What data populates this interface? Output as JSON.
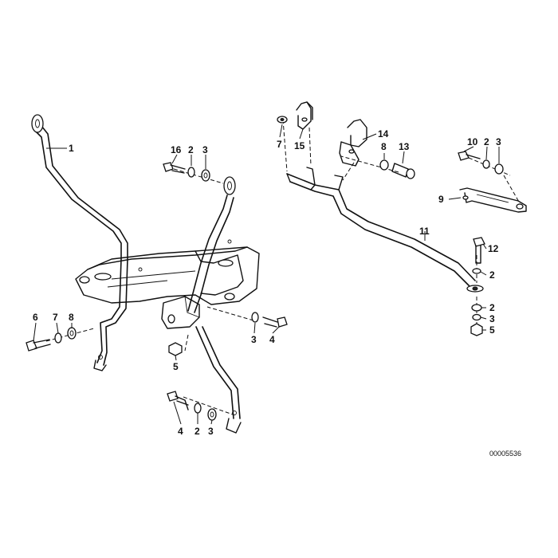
{
  "drawing_number": "00005536",
  "callouts": {
    "c1": "1",
    "c16": "16",
    "c2a": "2",
    "c3a": "3",
    "c7a": "7",
    "c15": "15",
    "c14": "14",
    "c8a": "8",
    "c13": "13",
    "c10": "10",
    "c2b": "2",
    "c3b": "3",
    "c9": "9",
    "c11": "11",
    "c12": "12",
    "c2c": "2",
    "c2d": "2",
    "c3c": "3",
    "c5a": "5",
    "c6": "6",
    "c7b": "7",
    "c8b": "8",
    "c3d": "3",
    "c4a": "4",
    "c5b": "5",
    "c4b": "4",
    "c2e": "2",
    "c3e": "3"
  }
}
